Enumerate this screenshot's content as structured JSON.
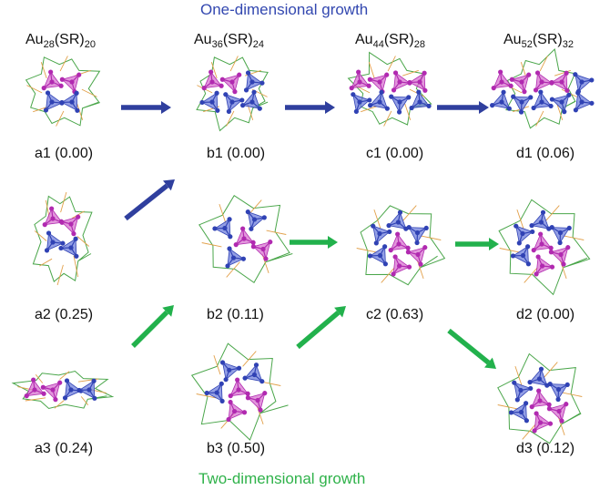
{
  "headers": {
    "top": "One-dimensional growth",
    "bottom": "Two-dimensional growth"
  },
  "formulas": [
    {
      "id": "a",
      "base": "Au",
      "n": "28",
      "mid": "(SR)",
      "m": "20"
    },
    {
      "id": "b",
      "base": "Au",
      "n": "36",
      "mid": "(SR)",
      "m": "24"
    },
    {
      "id": "c",
      "base": "Au",
      "n": "44",
      "mid": "(SR)",
      "m": "28"
    },
    {
      "id": "d",
      "base": "Au",
      "n": "52",
      "mid": "(SR)",
      "m": "32"
    }
  ],
  "structures": [
    {
      "id": "a1",
      "label": "a1 (0.00)",
      "kind": "rod",
      "pink": 2,
      "blue": 2
    },
    {
      "id": "b1",
      "label": "b1 (0.00)",
      "kind": "rod",
      "pink": 2,
      "blue": 4
    },
    {
      "id": "c1",
      "label": "c1 (0.00)",
      "kind": "rod",
      "pink": 4,
      "blue": 4
    },
    {
      "id": "d1",
      "label": "d1 (0.06)",
      "kind": "rod",
      "pink": 4,
      "blue": 6
    },
    {
      "id": "a2",
      "label": "a2 (0.25)",
      "kind": "tall",
      "pink": 2,
      "blue": 2
    },
    {
      "id": "b2",
      "label": "b2 (0.11)",
      "kind": "hex",
      "pink": 2,
      "blue": 3
    },
    {
      "id": "c2",
      "label": "c2 (0.63)",
      "kind": "hex",
      "pink": 3,
      "blue": 4
    },
    {
      "id": "d2",
      "label": "d2 (0.00)",
      "kind": "hex",
      "pink": 3,
      "blue": 4
    },
    {
      "id": "a3",
      "label": "a3 (0.24)",
      "kind": "flat",
      "pink": 2,
      "blue": 2
    },
    {
      "id": "b3",
      "label": "b3 (0.50)",
      "kind": "hex",
      "pink": 3,
      "blue": 3
    },
    {
      "id": "d3",
      "label": "d3 (0.12)",
      "kind": "hex",
      "pink": 3,
      "blue": 4
    }
  ],
  "arrows": [
    {
      "from": "a1",
      "to": "b1",
      "color": "blue"
    },
    {
      "from": "b1",
      "to": "c1",
      "color": "blue"
    },
    {
      "from": "c1",
      "to": "d1",
      "color": "blue"
    },
    {
      "from": "a2",
      "to": "b1",
      "color": "blue"
    },
    {
      "from": "a3",
      "to": "b2",
      "color": "green"
    },
    {
      "from": "b2",
      "to": "c2",
      "color": "green"
    },
    {
      "from": "b3",
      "to": "c2",
      "color": "green"
    },
    {
      "from": "c2",
      "to": "d2",
      "color": "green"
    },
    {
      "from": "c2",
      "to": "d3",
      "color": "green"
    }
  ],
  "colors": {
    "blue_arrow": "#2f3f9e",
    "green_arrow": "#22b14c",
    "pink_tetra": "#d873d0",
    "pink_atom": "#b12ab0",
    "blue_tetra": "#6f7fdc",
    "blue_atom": "#3042b4",
    "staple_green": "#4aa64a",
    "staple_orange": "#e2a04a",
    "top_header": "#3348b0",
    "bottom_header": "#2fb24a"
  }
}
